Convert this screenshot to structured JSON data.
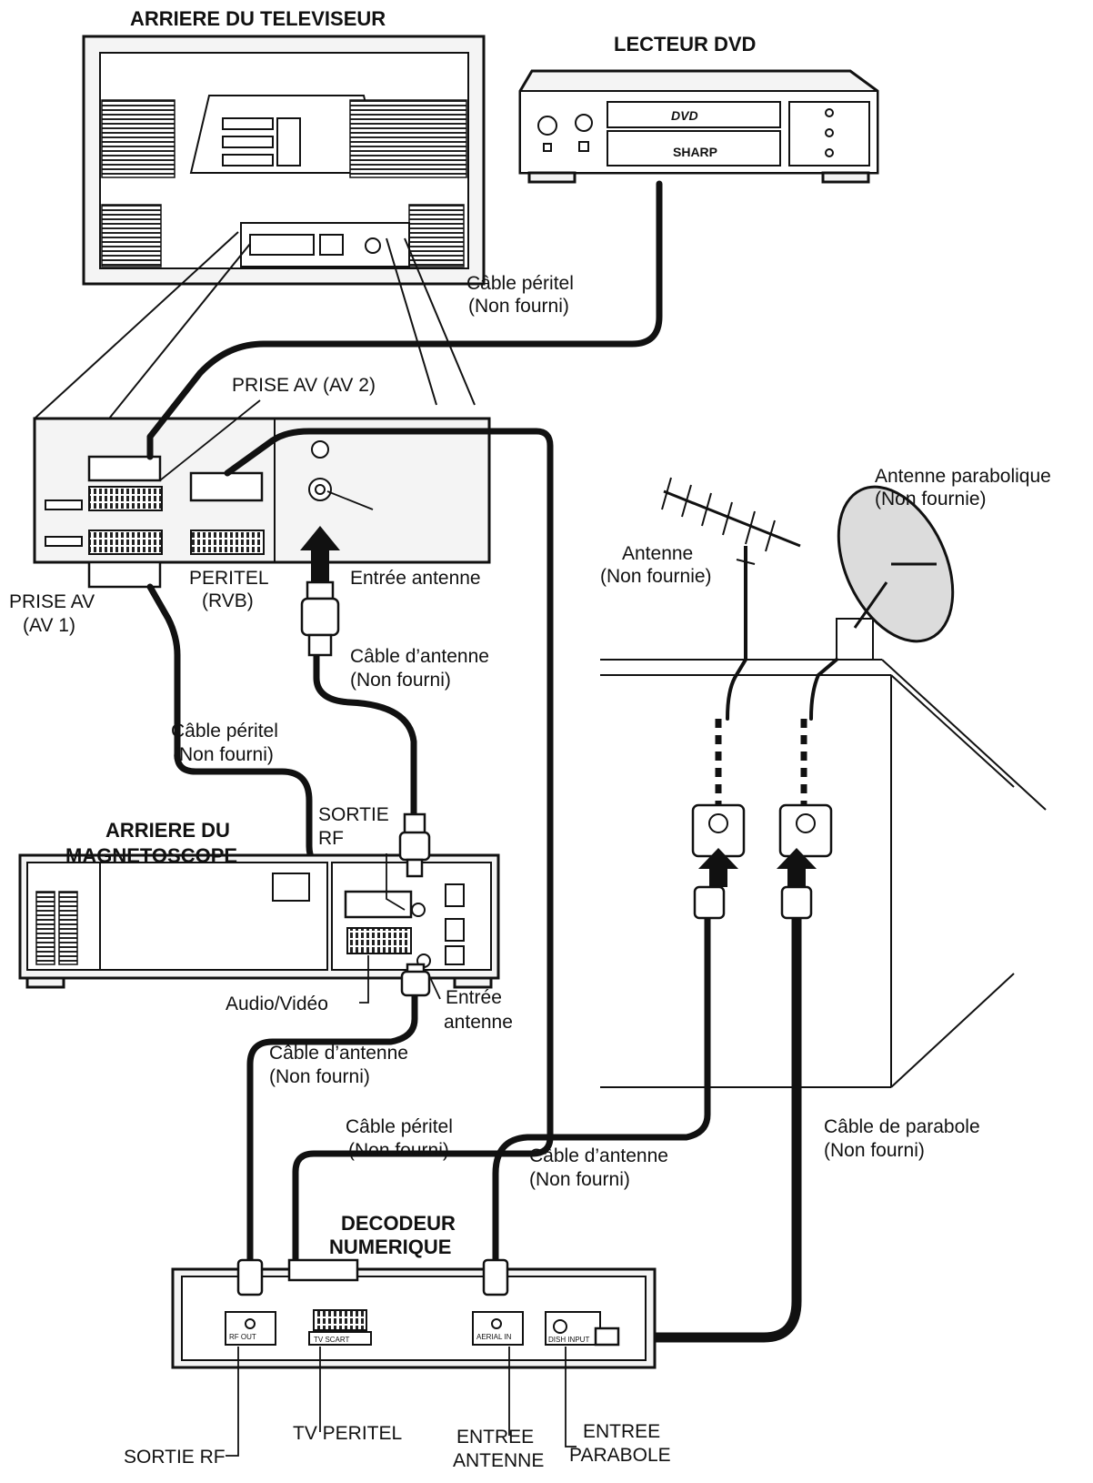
{
  "headings": {
    "tv_back": "ARRIERE DU TELEVISEUR",
    "dvd": "LECTEUR DVD",
    "vcr_back_1": "ARRIERE DU",
    "vcr_back_2": "MAGNETOSCOPE",
    "decoder_1": "DECODEUR",
    "decoder_2": "NUMERIQUE"
  },
  "labels": {
    "scart_cable_dvd_1": "Câble péritel",
    "scart_cable_dvd_2": "(Non fourni)",
    "av2_jack": "PRISE AV (AV 2)",
    "av1_jack_1": "PRISE AV",
    "av1_jack_2": "(AV 1)",
    "rgb_1": "PERITEL",
    "rgb_2": "(RVB)",
    "tv_antenna_in": "Entrée antenne",
    "antenna_cable_tv_1": "Câble d’antenne",
    "antenna_cable_tv_2": "(Non fourni)",
    "scart_cable_vcr_1": "Câble péritel",
    "scart_cable_vcr_2": "(Non fourni)",
    "rf_out_1": "SORTIE",
    "rf_out_2": "RF",
    "audio_video": "Audio/Vidéo",
    "vcr_antenna_in_1": "Entrée",
    "vcr_antenna_in_2": "antenne",
    "antenna_cable_vcr_1": "Câble d’antenne",
    "antenna_cable_vcr_2": "(Non fourni)",
    "scart_cable_dec_1": "Câble péritel",
    "scart_cable_dec_2": "(Non fourni)",
    "antenna_cable_dec_1": "Câble d’antenne",
    "antenna_cable_dec_2": "(Non fourni)",
    "dish_cable_1": "Câble de parabole",
    "dish_cable_2": "(Non fourni)",
    "antenna_1": "Antenne",
    "antenna_2": "(Non fournie)",
    "dish_1": "Antenne parabolique",
    "dish_2": "(Non fournie)",
    "dec_rf_out": "SORTIE RF",
    "dec_tv_scart": "TV PERITEL",
    "dec_antenna_in_1": "ENTREE",
    "dec_antenna_in_2": "ANTENNE",
    "dec_dish_in_1": "ENTREE",
    "dec_dish_in_2": "PARABOLE"
  },
  "device_text": {
    "dvd_brand": "SHARP",
    "dvd_logo": "DVD",
    "dec_rf_port": "RF OUT",
    "dec_scart_port": "TV SCART",
    "dec_ant_port": "AERIAL IN",
    "dec_dish_port": "DISH INPUT"
  }
}
